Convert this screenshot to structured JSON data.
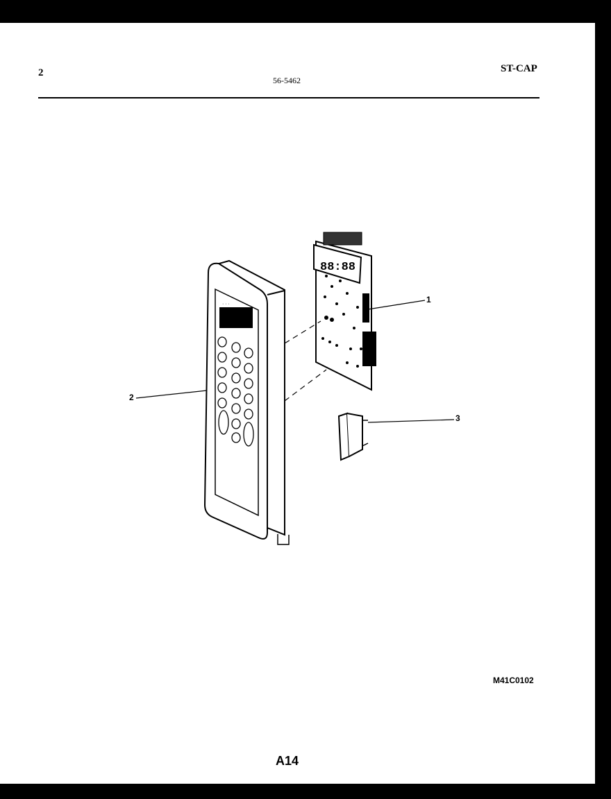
{
  "header": {
    "page_number": "2",
    "document_code": "56-5462",
    "model": "ST-CAP"
  },
  "diagram": {
    "callouts": [
      {
        "label": "1"
      },
      {
        "label": "2"
      },
      {
        "label": "3"
      }
    ],
    "parts": [
      {
        "id": "1",
        "name": "control-board"
      },
      {
        "id": "2",
        "name": "control-panel"
      },
      {
        "id": "3",
        "name": "connector"
      }
    ],
    "display_readout": "88:88"
  },
  "footer": {
    "diagram_code": "M41C0102",
    "page_label": "A14"
  }
}
